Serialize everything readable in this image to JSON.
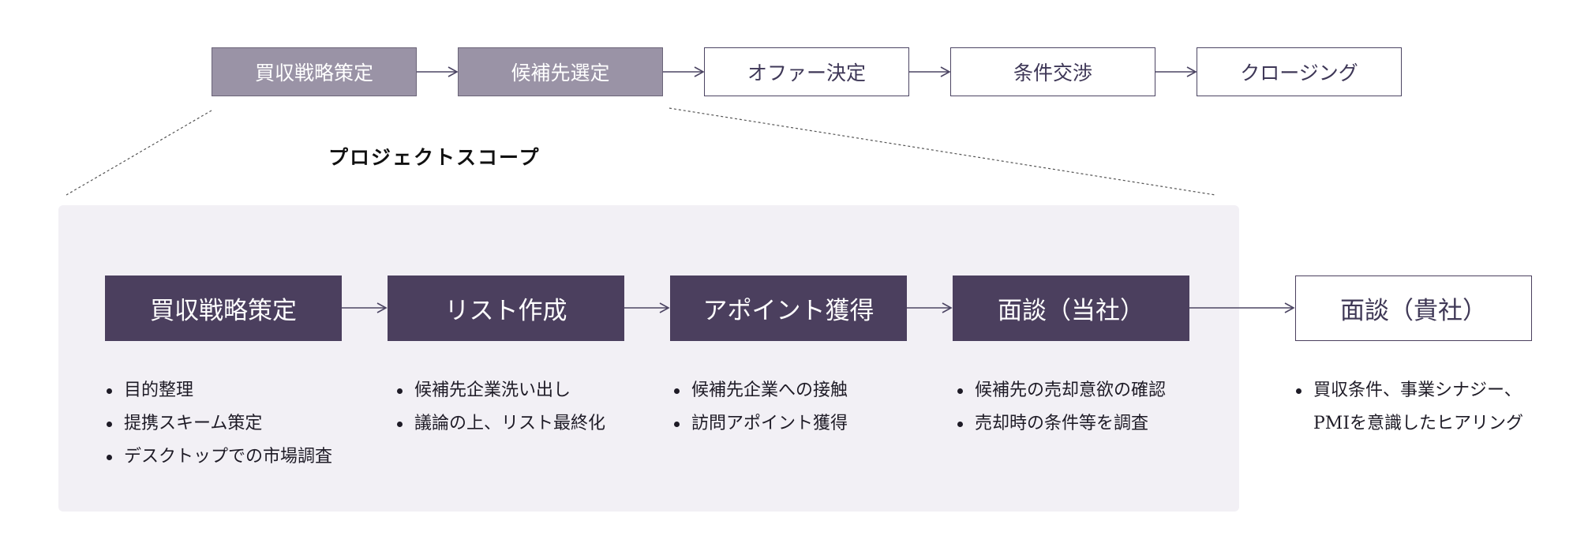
{
  "top_flow": {
    "steps": [
      {
        "label": "買収戦略策定",
        "state": "done"
      },
      {
        "label": "候補先選定",
        "state": "done"
      },
      {
        "label": "オファー決定",
        "state": "todo"
      },
      {
        "label": "条件交渉",
        "state": "todo"
      },
      {
        "label": "クロージング",
        "state": "todo"
      }
    ]
  },
  "scope": {
    "title": "プロジェクトスコープ",
    "phases": [
      {
        "label": "買収戦略策定",
        "bullets": [
          "目的整理",
          "提携スキーム策定",
          "デスクトップでの市場調査"
        ]
      },
      {
        "label": "リスト作成",
        "bullets": [
          "候補先企業洗い出し",
          "議論の上、リスト最終化"
        ]
      },
      {
        "label": "アポイント獲得",
        "bullets": [
          "候補先企業への接触",
          "訪問アポイント獲得"
        ]
      },
      {
        "label": "面談（当社）",
        "bullets": [
          "候補先の売却意欲の確認",
          "売却時の条件等を調査"
        ]
      }
    ]
  },
  "outside_phase": {
    "label": "面談（貴社）",
    "bullets": [
      "買収条件、事業シナジー、",
      "PMIを意識したヒアリング"
    ]
  },
  "colors": {
    "phase_dark": "#4b3f5e",
    "step_done": "#9a93a6",
    "panel_bg": "#f2f0f5",
    "line": "#4c4563"
  }
}
